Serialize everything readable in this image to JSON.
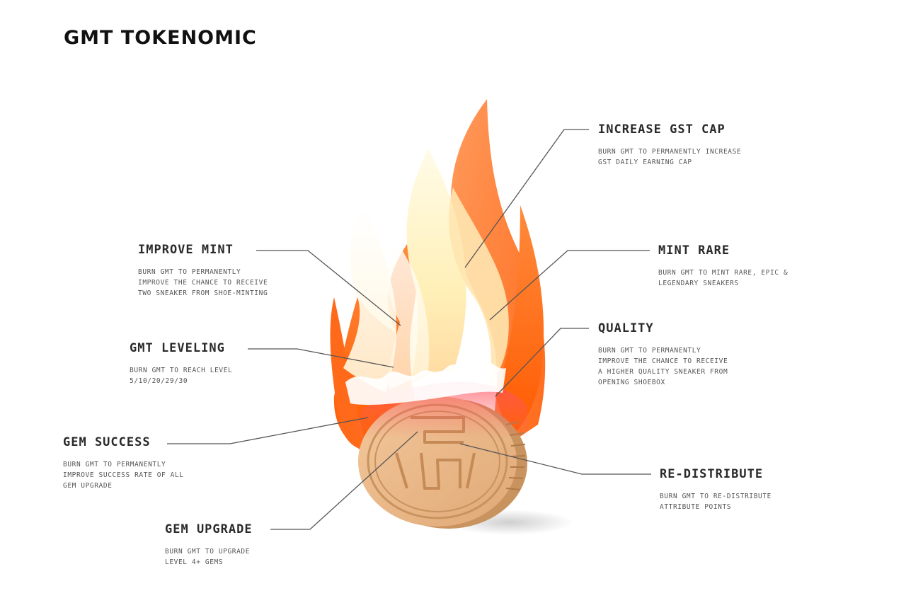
{
  "title": "GMT TOKENOMIC",
  "colors": {
    "flame_orange": "#ff6a1a",
    "flame_light": "#ff9a5c",
    "flame_cream": "#fff3c4",
    "coin": "#e8b98a",
    "coin_edge": "#c9935f",
    "leader_line": "#555555"
  },
  "callouts": {
    "increase_gst_cap": {
      "title": "INCREASE GST CAP",
      "desc": "BURN GMT TO PERMANENTLY INCREASE\nGST DAILY EARNING CAP"
    },
    "improve_mint": {
      "title": "IMPROVE MINT",
      "desc": "BURN GMT TO PERMANENTLY\nIMPROVE THE CHANCE TO RECEIVE\nTWO SNEAKER FROM SHOE-MINTING"
    },
    "mint_rare": {
      "title": "MINT RARE",
      "desc": "BURN GMT TO MINT RARE, EPIC &\nLEGENDARY SNEAKERS"
    },
    "gmt_leveling": {
      "title": "GMT LEVELING",
      "desc": "BURN GMT TO REACH LEVEL\n5/10/20/29/30"
    },
    "quality": {
      "title": "QUALITY",
      "desc": "BURN GMT TO PERMANENTLY\nIMPROVE THE CHANCE TO RECEIVE\nA HIGHER QUALITY SNEAKER FROM\nOPENING SHOEBOX"
    },
    "gem_success": {
      "title": "GEM SUCCESS",
      "desc": "BURN GMT TO PERMANENTLY\nIMPROVE SUCCESS RATE OF ALL\nGEM UPGRADE"
    },
    "re_distribute": {
      "title": "RE-DISTRIBUTE",
      "desc": "BURN GMT TO RE-DISTRIBUTE\nATTRIBUTE POINTS"
    },
    "gem_upgrade": {
      "title": "GEM UPGRADE",
      "desc": "BURN GMT TO UPGRADE\nLEVEL 4+ GEMS"
    }
  }
}
